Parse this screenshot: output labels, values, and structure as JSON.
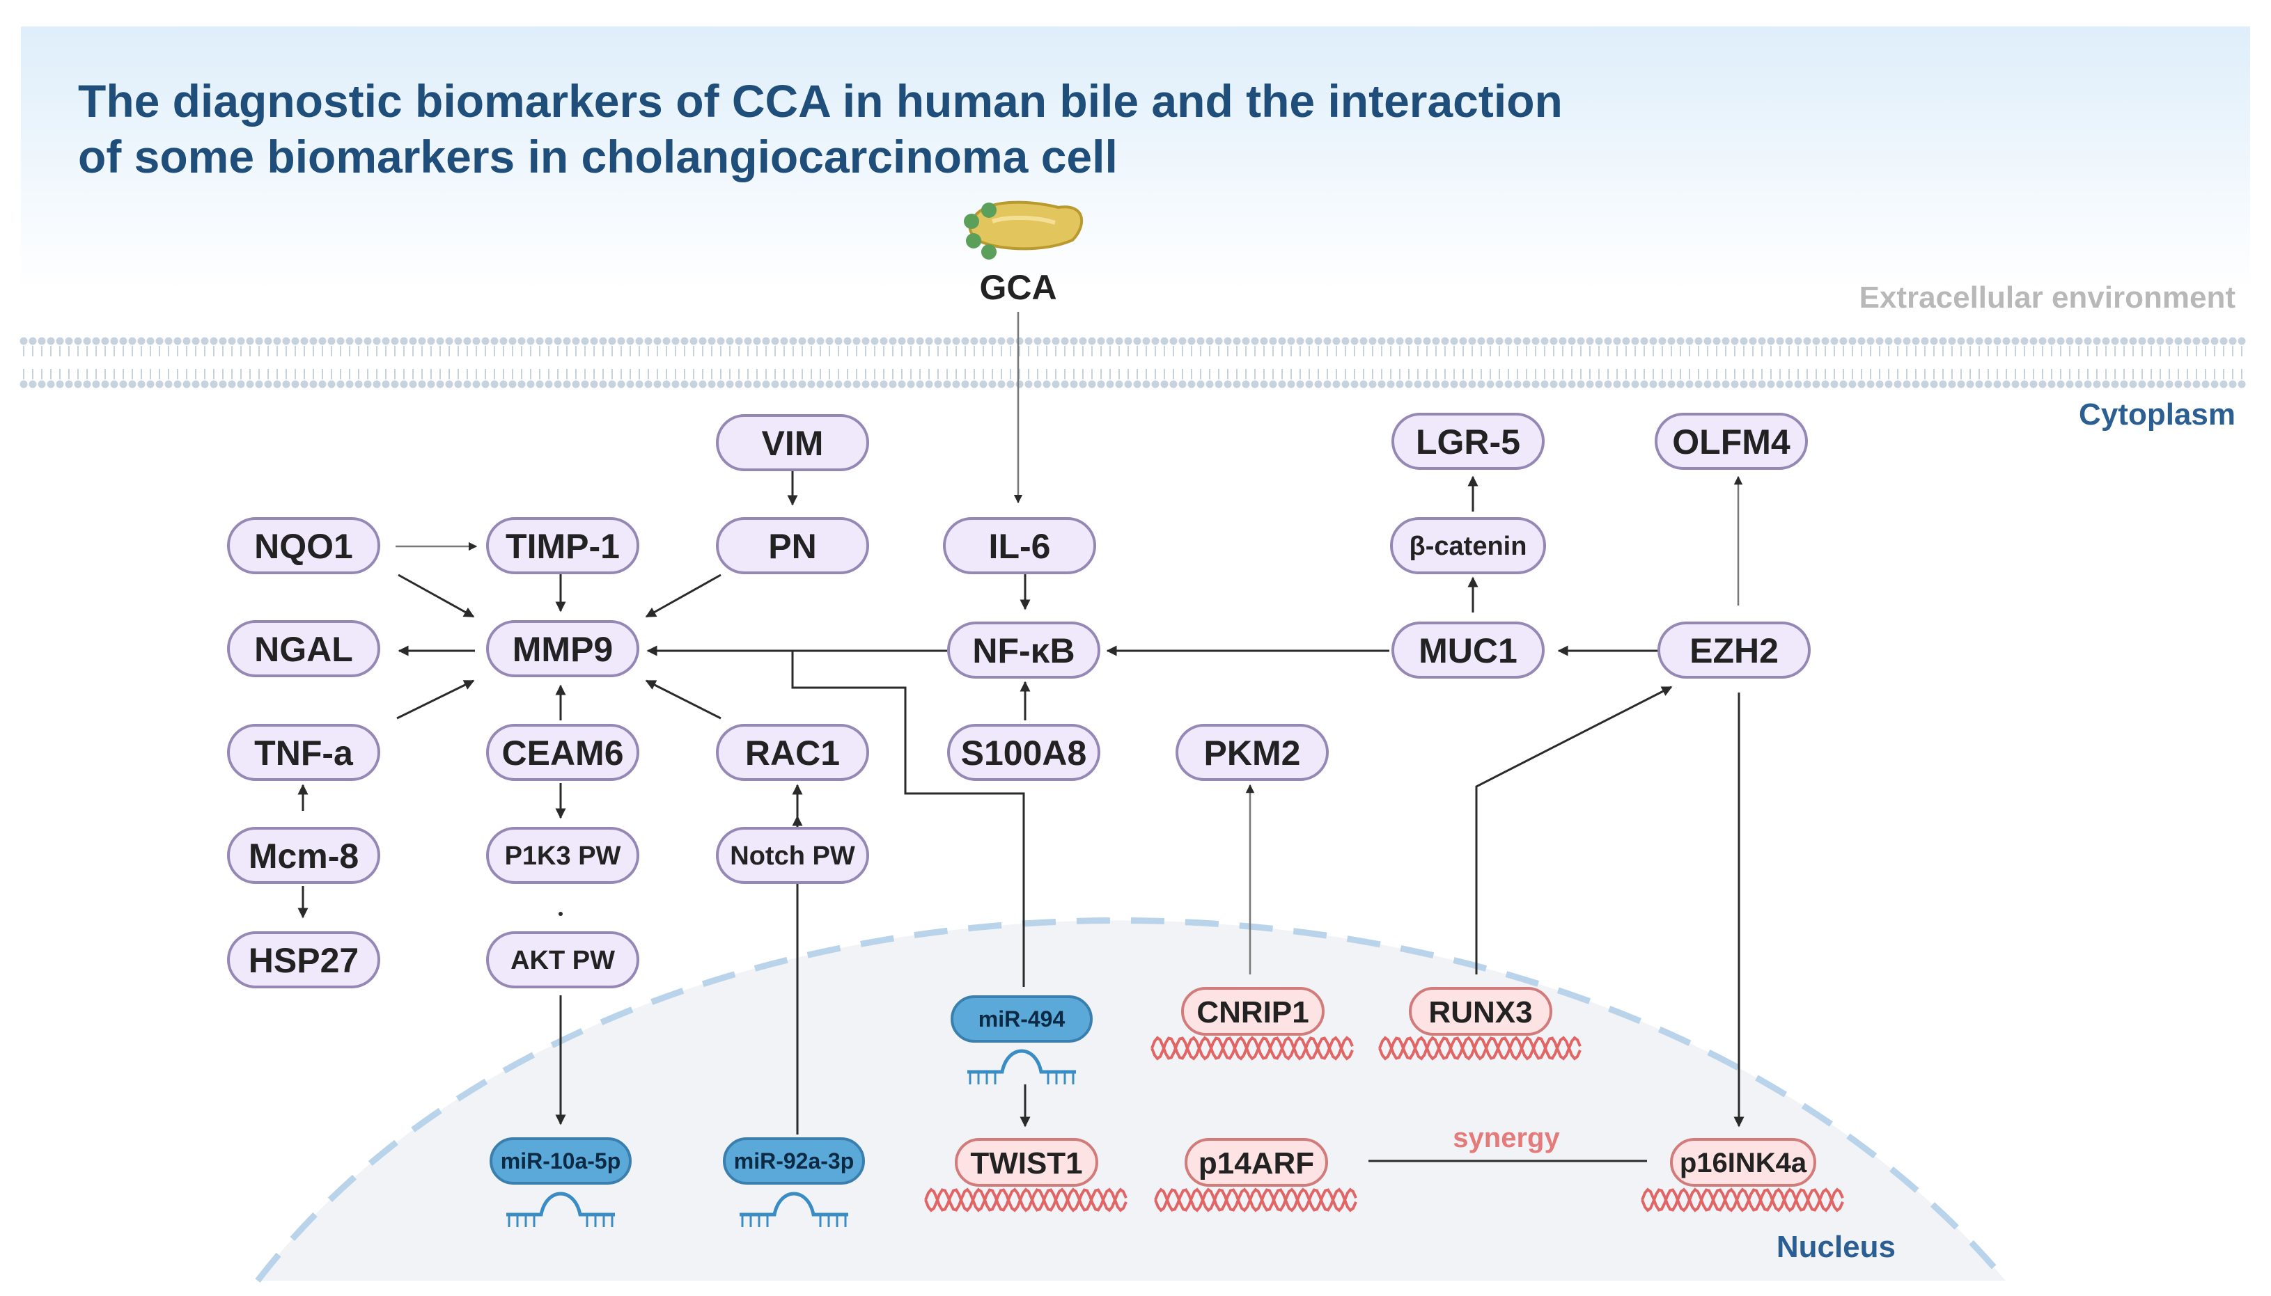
{
  "title": {
    "line1": "The diagnostic biomarkers of CCA in human bile and the interaction",
    "line2": "of some biomarkers in cholangiocarcinoma cell"
  },
  "regions": {
    "extracellular": "Extracellular environment",
    "cytoplasm": "Cytoplasm",
    "nucleus": "Nucleus"
  },
  "ligand": {
    "label": "GCA",
    "icon": "bile-acid-molecule-icon"
  },
  "nodes": {
    "vim": "VIM",
    "lgr5": "LGR-5",
    "olfm4": "OLFM4",
    "nqo1": "NQO1",
    "timp1": "TIMP-1",
    "pn": "PN",
    "il6": "IL-6",
    "beta_catenin": "β-catenin",
    "ngal": "NGAL",
    "mmp9": "MMP9",
    "nfkb": "NF-κB",
    "muc1": "MUC1",
    "ezh2": "EZH2",
    "tnfa": "TNF-a",
    "ceam6": "CEAM6",
    "rac1": "RAC1",
    "s100a8": "S100A8",
    "pkm2": "PKM2",
    "mcm8": "Mcm-8",
    "p1k3": "P1K3 PW",
    "notch": "Notch PW",
    "hsp27": "HSP27",
    "akt": "AKT PW"
  },
  "genes": {
    "cnrip1": "CNRIP1",
    "runx3": "RUNX3",
    "twist1": "TWIST1",
    "p14arf": "p14ARF",
    "p16ink4a": "p16INK4a"
  },
  "mirnas": {
    "mir494": "miR-494",
    "mir10a": "miR-10a-5p",
    "mir92a": "miR-92a-3p"
  },
  "synergy_label": "synergy",
  "colors": {
    "protein_fill": "#f0e8fb",
    "gene_fill": "#fde3e3",
    "mirna_fill": "#5aa9d8",
    "title": "#1f4e7a",
    "synergy": "#e47a7a"
  }
}
